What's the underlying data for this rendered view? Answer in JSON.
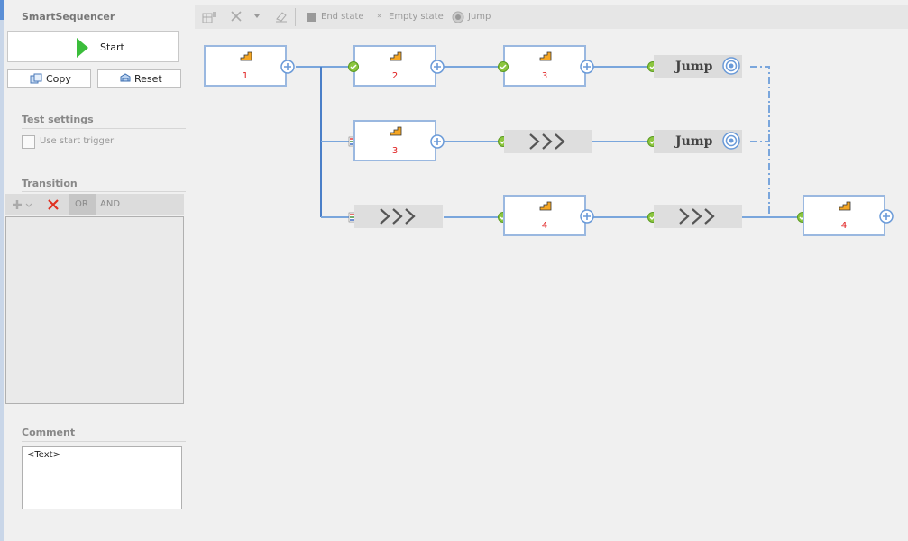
{
  "sidebar": {
    "title": "SmartSequencer",
    "start_label": "Start",
    "copy_label": "Copy",
    "reset_label": "Reset",
    "test_settings_title": "Test settings",
    "use_start_trigger_label": "Use start trigger",
    "transition_title": "Transition",
    "or_label": "OR",
    "and_label": "AND",
    "comment_title": "Comment",
    "comment_text": "<Text>"
  },
  "toolbar": {
    "end_state_label": "End state",
    "empty_state_label": "Empty state",
    "jump_label": "Jump"
  },
  "diagram": {
    "states": [
      {
        "id": "s1",
        "number": "1"
      },
      {
        "id": "s2",
        "number": "2"
      },
      {
        "id": "s3",
        "number": "3"
      },
      {
        "id": "s3b",
        "number": "3"
      },
      {
        "id": "s4",
        "number": "4"
      },
      {
        "id": "s4b",
        "number": "4"
      }
    ],
    "jump_label": "Jump"
  },
  "colors": {
    "connector": "#7aa6dc",
    "state_border": "#9ab8e0",
    "state_number": "#e02020",
    "start_arrow": "#3bbd3b",
    "delete_x": "#e03020"
  }
}
